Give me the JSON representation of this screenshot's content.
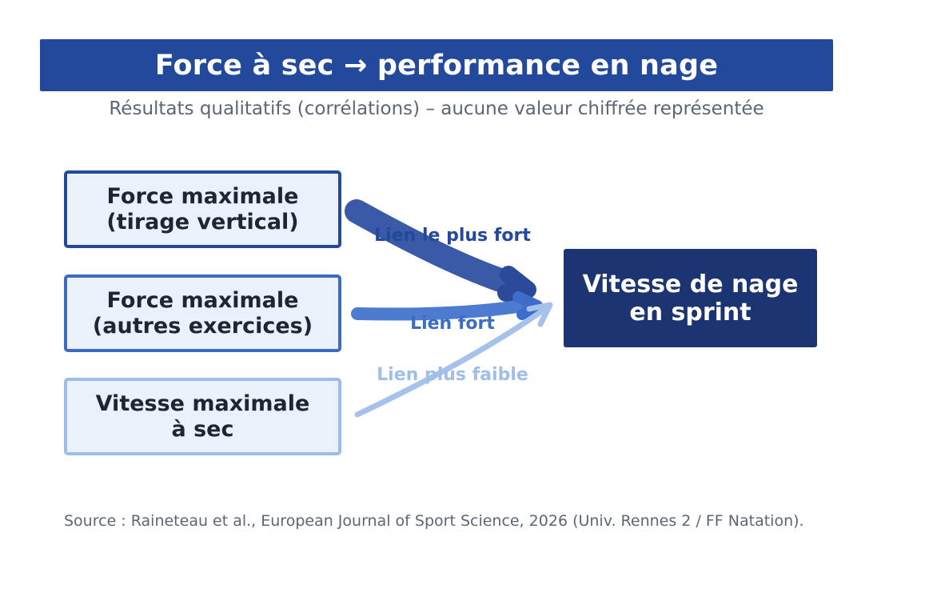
{
  "header": {
    "title": "Force à sec → performance en nage",
    "subtitle": "Résultats qualitatifs (corrélations) – aucune valeur chiffrée représentée"
  },
  "diagram": {
    "sources": [
      {
        "label_line1": "Force maximale",
        "label_line2": "(tirage vertical)",
        "color": "#23499c"
      },
      {
        "label_line1": "Force maximale",
        "label_line2": "(autres exercices)",
        "color": "#3b6bc4"
      },
      {
        "label_line1": "Vitesse maximale",
        "label_line2": "à sec",
        "color": "#9dbde9"
      }
    ],
    "target": {
      "label_line1": "Vitesse de nage",
      "label_line2": "en sprint",
      "color": "#1d3473"
    },
    "links": [
      {
        "label": "Lien le plus fort",
        "color": "#3a5aa8"
      },
      {
        "label": "Lien fort",
        "color": "#4d7bd0"
      },
      {
        "label": "Lien plus faible",
        "color": "#a6c2ec"
      }
    ]
  },
  "footer": {
    "source": "Source : Raineteau et al., European Journal of Sport Science, 2026 (Univ. Rennes 2 / FF Natation)."
  }
}
